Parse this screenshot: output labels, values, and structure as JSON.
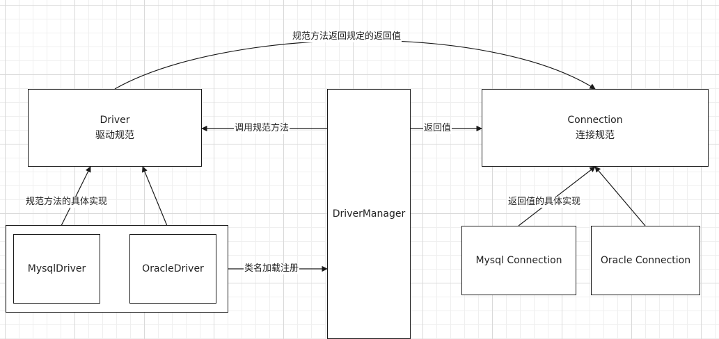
{
  "nodes": {
    "driver": {
      "title": "Driver",
      "subtitle": "驱动规范"
    },
    "driver_manager": {
      "title": "DriverManager"
    },
    "connection": {
      "title": "Connection",
      "subtitle": "连接规范"
    },
    "mysql_driver": {
      "title": "MysqlDriver"
    },
    "oracle_driver": {
      "title": "OracleDriver"
    },
    "mysql_connection": {
      "title": "Mysql Connection"
    },
    "oracle_connection": {
      "title": "Oracle Connection"
    }
  },
  "edges": {
    "return_spec": "规范方法返回规定的返回值",
    "call_spec": "调用规范方法",
    "return_value": "返回值",
    "driver_impl": "规范方法的具体实现",
    "connection_impl": "返回值的具体实现",
    "class_load": "类名加载注册"
  }
}
